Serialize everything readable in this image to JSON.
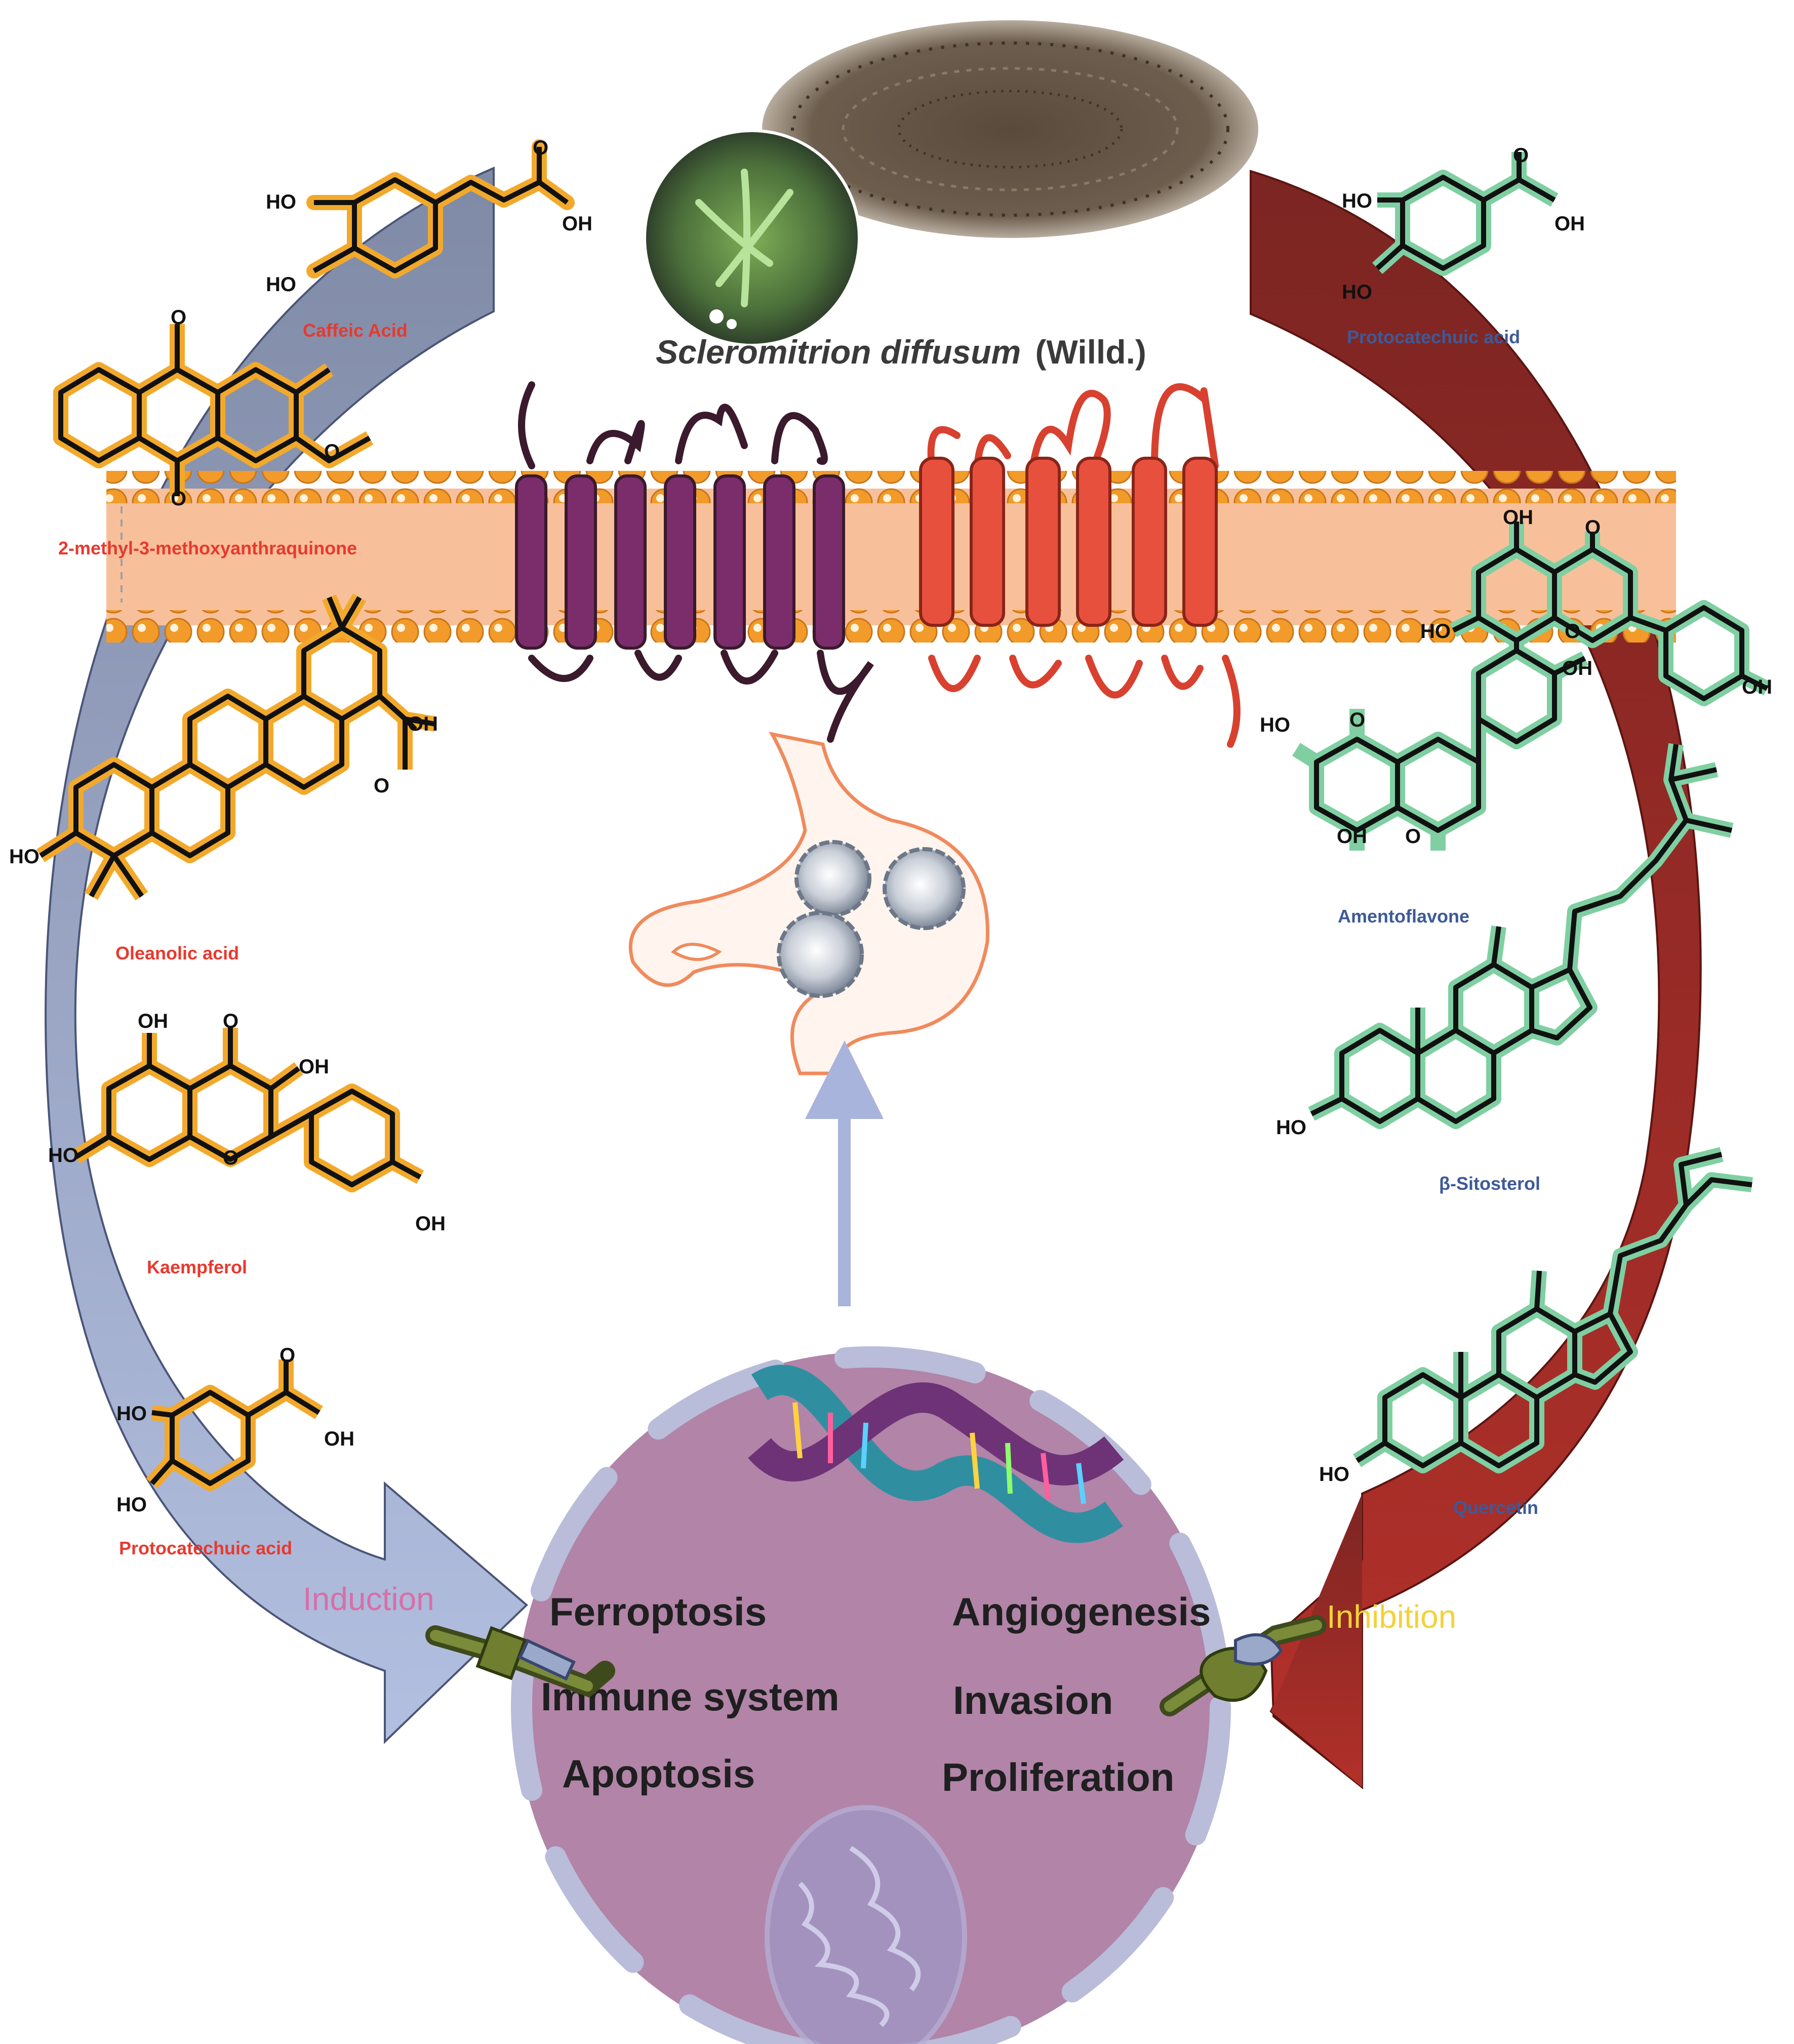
{
  "title": {
    "species": "Scleromitrion diffusum",
    "authority": "(Willd.)"
  },
  "induction": {
    "label": "Induction",
    "compounds": [
      "Caffeic Acid",
      "2-methyl-3-methoxyanthraquinone",
      "Oleanolic acid",
      "Kaempferol",
      "Protocatechuic acid"
    ]
  },
  "inhibition": {
    "label": "Inhibition",
    "compounds": [
      "Protocatechuic acid",
      "Amentoflavone",
      "β-Sitosterol",
      "Quercetin"
    ]
  },
  "processes": {
    "induced": [
      "Ferroptosis",
      "Immune system",
      "Apoptosis"
    ],
    "inhibited": [
      "Angiogenesis",
      "Invasion",
      "Proliferation"
    ]
  },
  "atoms": {
    "oh": "OH",
    "ho": "HO",
    "o": "O"
  },
  "colors": {
    "induction_arrow": "#9aa6c8",
    "inhibition_arrow": "#a82a25",
    "induction_molecule": "#f2a92b",
    "inhibition_molecule": "#7fcfa2",
    "membrane_head": "#f29b2a",
    "membrane_band": "#f8c09a",
    "receptor_purple": "#7b2d6b",
    "receptor_red": "#e8503e",
    "cell": "#b184a8",
    "stomach": "#f08a5c"
  }
}
